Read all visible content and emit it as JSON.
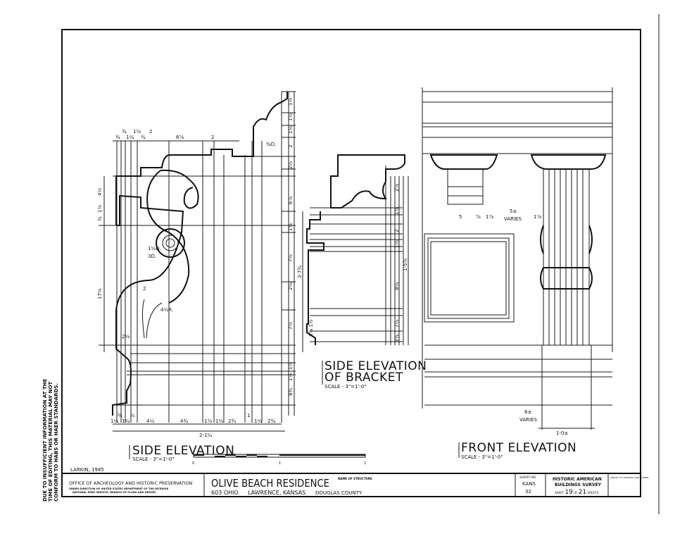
{
  "sheet": {
    "drafter": "LARKIN, 1985",
    "side_note": [
      "DUE TO INSUFFICIENT INFORMATION AT THE",
      "TIME OF EDITING, THIS MATERIAL MAY NOT",
      "CONFORM TO HABS OR HAER STANDARDS."
    ]
  },
  "views": {
    "side_elevation": {
      "title": "SIDE ELEVATION",
      "scale": "SCALE - 3\"=1'-0\""
    },
    "bracket": {
      "title_line1": "SIDE ELEVATION",
      "title_line2": "OF BRACKET",
      "scale": "SCALE - 3\"=1'-0\""
    },
    "front": {
      "title": "FRONT ELEVATION",
      "scale": "SCALE - 3\"=1'-0\""
    }
  },
  "scale_bar": {
    "ticks": [
      "0",
      "1",
      "2"
    ]
  },
  "dimensions": {
    "side_bottom": [
      "1¼",
      "¾",
      "1¼",
      "½",
      "4½",
      "4¾",
      "1⅝",
      "1¼",
      "2¾",
      "1",
      "1¼",
      "2¾"
    ],
    "side_total": "2-1¼",
    "side_top": [
      "¾",
      "¾",
      "1¼",
      "1½",
      "¾",
      "2",
      "6⅞",
      "2"
    ],
    "side_left": [
      "4½",
      "1½",
      "¾",
      "17⅝"
    ],
    "side_right": [
      "1½",
      "1½",
      "1¼",
      "2",
      "2½",
      "6⅞",
      "1⅝",
      "7½",
      "2¼",
      "7½",
      "1½",
      "1½",
      "8¾"
    ],
    "side_overall": "3-7¾",
    "side_notes": [
      "1½D.",
      "3D.",
      "4½R.",
      "2",
      "2⅛",
      "¾D."
    ],
    "bracket_right": [
      "2⅞",
      "1⅝",
      "2",
      "1½",
      "8¼",
      "7½",
      "3⅝"
    ],
    "bracket_overall": "1-5⅝",
    "bracket_left": "3⅝ 1½",
    "front_mid": [
      "5",
      "⅝",
      "1⅞",
      "5±",
      "VARIES",
      "1⅞"
    ],
    "front_bottom": [
      "6±",
      "VARIES",
      "1-0±"
    ]
  },
  "title_block": {
    "agency": "OFFICE OF ARCHEOLOGY AND HISTORIC PRESERVATION",
    "agency_sub1": "UNDER DIRECTION OF UNITED STATES DEPARTMENT OF THE INTERIOR",
    "agency_sub2": "NATIONAL PARK SERVICE, BRANCH OF PLANS AND DESIGN",
    "structure_label": "NAME OF STRUCTURE",
    "structure_name": "OLIVE BEACH RESIDENCE",
    "address": "603 OHIO",
    "city": "LAWRENCE, KANSAS",
    "county": "DOUGLAS   COUNTY",
    "survey_label": "SURVEY NO.",
    "survey_no_1": "KANS",
    "survey_no_2": "32",
    "habs_1": "HISTORIC AMERICAN",
    "habs_2": "BUILDINGS SURVEY",
    "sheet_label": "SHEET",
    "sheet_no": "19",
    "sheet_of": "OF",
    "sheet_total": "21",
    "sheets_label": "SHEETS",
    "library_note": "LIBRARY OF CONGRESS HABS NUMBER"
  }
}
